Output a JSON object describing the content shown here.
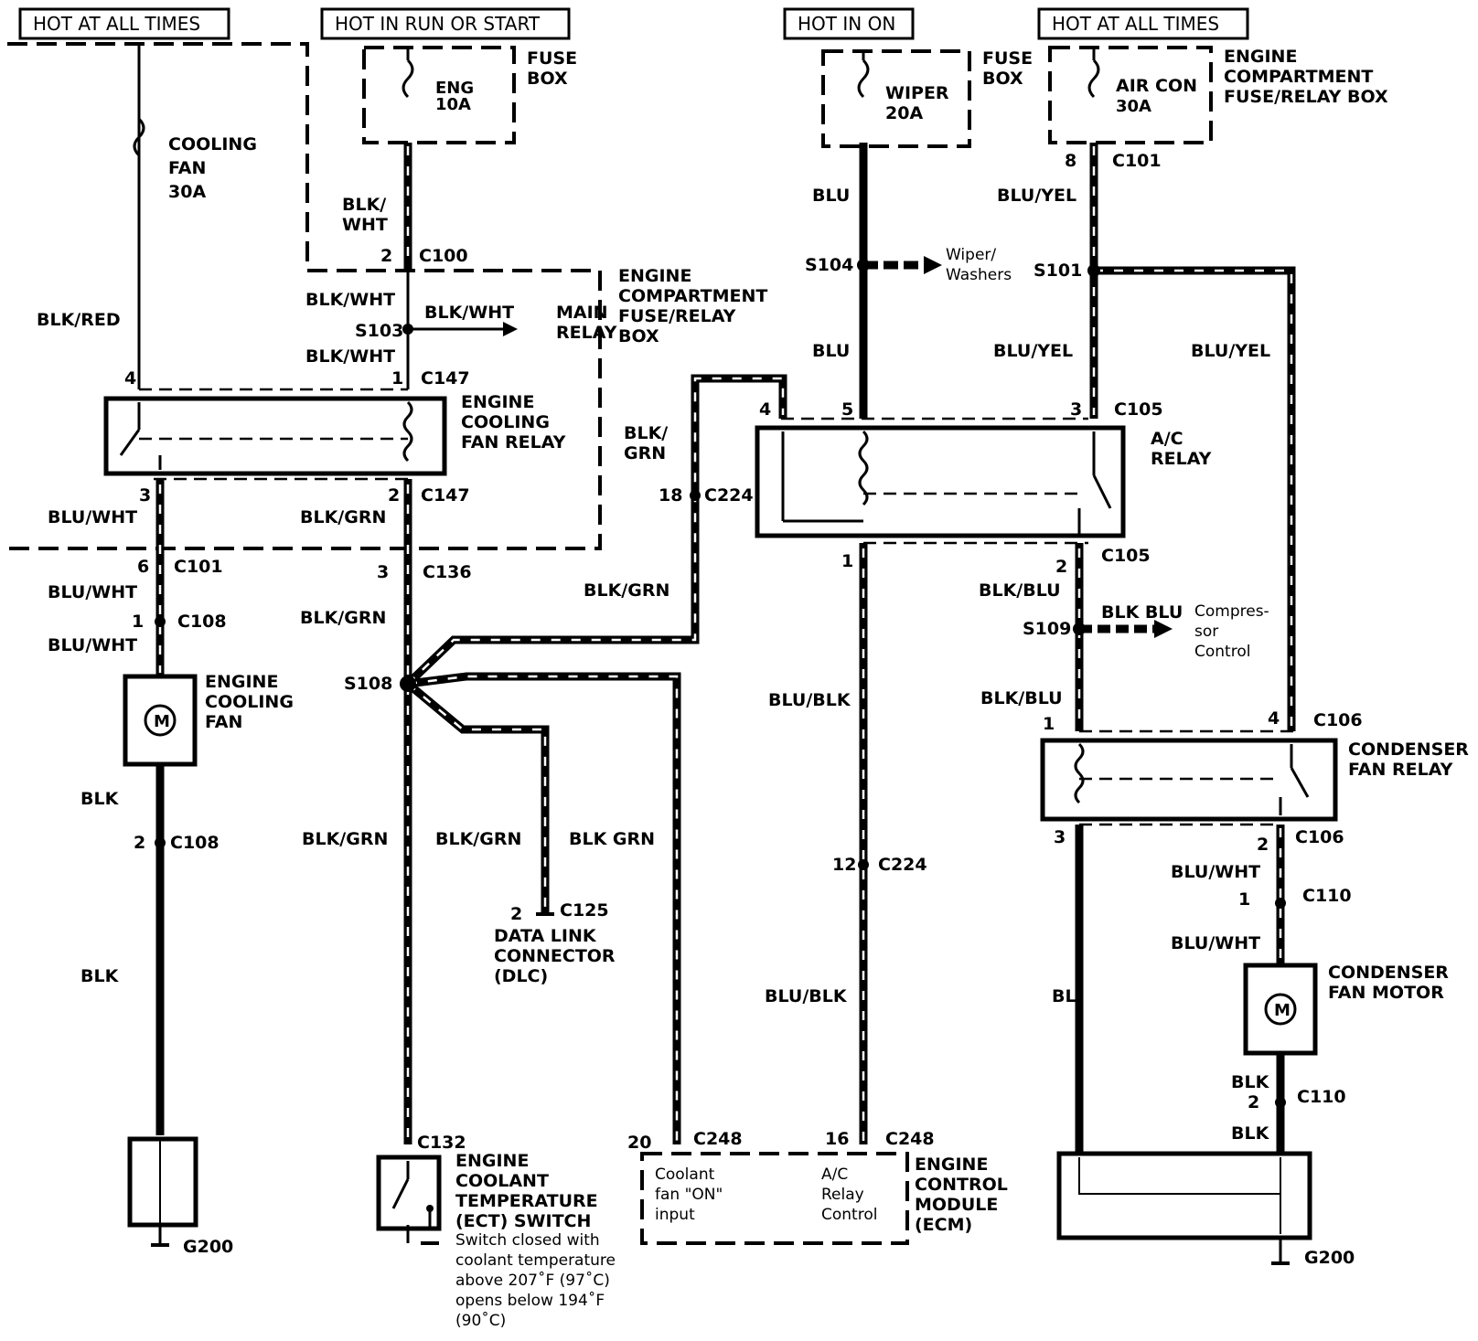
{
  "headers": {
    "h1": "HOT AT ALL TIMES",
    "h2": "HOT IN RUN OR START",
    "h3": "HOT IN ON",
    "h4": "HOT AT ALL TIMES"
  },
  "fuses": {
    "cooling_fan": [
      "COOLING",
      "FAN",
      "30A"
    ],
    "eng": [
      "ENG",
      "10A"
    ],
    "wiper": [
      "WIPER",
      "20A"
    ],
    "air_con": [
      "AIR CON",
      "30A"
    ]
  },
  "boxes": {
    "fuse_box_1": [
      "FUSE",
      "BOX"
    ],
    "fuse_box_2": [
      "FUSE",
      "BOX"
    ],
    "ecfr_box_top": [
      "ENGINE",
      "COMPARTMENT",
      "FUSE/RELAY BOX"
    ],
    "ecfr_box_left": [
      "ENGINE",
      "COMPARTMENT",
      "FUSE/RELAY",
      "BOX"
    ]
  },
  "components": {
    "cooling_fan_relay": [
      "ENGINE",
      "COOLING",
      "FAN RELAY"
    ],
    "cooling_fan": [
      "ENGINE",
      "COOLING",
      "FAN"
    ],
    "ac_relay": [
      "A/C",
      "RELAY"
    ],
    "condenser_fan_relay": [
      "CONDENSER",
      "FAN RELAY"
    ],
    "condenser_fan_motor": [
      "CONDENSER",
      "FAN MOTOR"
    ],
    "dlc": [
      "DATA LINK",
      "CONNECTOR",
      "(DLC)"
    ],
    "ect_switch": [
      "ENGINE",
      "COOLANT",
      "TEMPERATURE",
      "(ECT) SWITCH"
    ],
    "ect_note": [
      "Switch closed with",
      "coolant temperature",
      "above 207˚F (97˚C)",
      "opens below 194˚F",
      "(90˚C)"
    ],
    "ecm": [
      "ENGINE",
      "CONTROL",
      "MODULE",
      "(ECM)"
    ],
    "ecm_left": [
      "Coolant",
      "fan \"ON\"",
      "input"
    ],
    "ecm_right": [
      "A/C",
      "Relay",
      "Control"
    ],
    "main_relay": [
      "MAIN",
      "RELAY"
    ],
    "wiper_washers": [
      "Wiper/",
      "Washers"
    ],
    "compressor": [
      "Compres-",
      "sor",
      "Control"
    ],
    "motor_symbol": "M"
  },
  "wires": {
    "blk_red": "BLK/RED",
    "blk_wht": "BLK/WHT",
    "blk_wht_split": [
      "BLK/",
      "WHT"
    ],
    "blu_wht": "BLU/WHT",
    "blk_grn": "BLK/GRN",
    "blk_grn_split": [
      "BLK/",
      "GRN"
    ],
    "blk_grn_sp": "BLK GRN",
    "blk": "BLK",
    "blu": "BLU",
    "blu_yel": "BLU/YEL",
    "blu_blk": "BLU/BLK",
    "blk_blu": "BLK/BLU",
    "blk_blu_sp": "BLK BLU",
    "bl_cut": "BL"
  },
  "connectors": {
    "c100": "C100",
    "c101": "C101",
    "c105": "C105",
    "c106": "C106",
    "c108": "C108",
    "c110": "C110",
    "c125": "C125",
    "c132": "C132",
    "c136": "C136",
    "c147": "C147",
    "c224": "C224",
    "c248": "C248",
    "g200": "G200",
    "s101": "S101",
    "s103": "S103",
    "s104": "S104",
    "s108": "S108",
    "s109": "S109"
  },
  "pins": {
    "p1": "1",
    "p2": "2",
    "p3": "3",
    "p4": "4",
    "p5": "5",
    "p6": "6",
    "p8": "8",
    "p12": "12",
    "p16": "16",
    "p18": "18",
    "p20": "20"
  }
}
